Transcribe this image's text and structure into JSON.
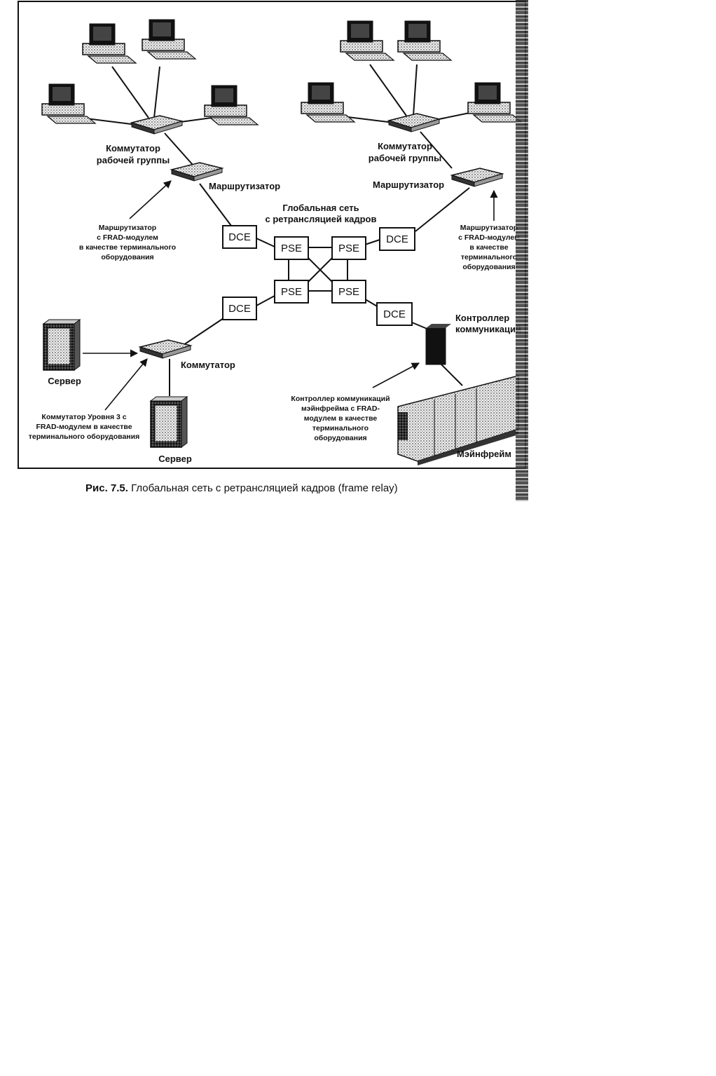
{
  "diagram": {
    "labels": {
      "switch_left": [
        "Коммутатор",
        "рабочей группы"
      ],
      "switch_right": [
        "Коммутатор",
        "рабочей группы"
      ],
      "router_left": "Маршрутизатор",
      "router_right": "Маршрутизатор",
      "global_net": [
        "Глобальная сеть",
        "с ретрансляцией кадров"
      ],
      "frad_router_left": [
        "Маршрутизатор",
        "с FRAD-модулем",
        "в качестве терминального",
        "оборудования"
      ],
      "frad_router_right": [
        "Маршрутизатор",
        "с FRAD-модулем",
        "в качестве",
        "терминального",
        "оборудования"
      ],
      "switch_bottom": "Коммутатор",
      "server_1": "Сервер",
      "server_2": "Сервер",
      "l3_switch": [
        "Коммутатор Уровня 3 с",
        "FRAD-модулем в качестве",
        "терминального оборудования"
      ],
      "controller": [
        "Контроллер",
        "коммуникаций"
      ],
      "mainframe_controller": [
        "Контроллер коммуникаций",
        "мэйнфрейма с FRAD-",
        "модулем в качестве",
        "терминального",
        "оборудования"
      ],
      "mainframe": "Мэйнфрейм"
    },
    "boxes": {
      "dce_top_left": "DCE",
      "dce_top_right": "DCE",
      "dce_bottom_left": "DCE",
      "dce_bottom_right": "DCE",
      "pse_tl": "PSE",
      "pse_tr": "PSE",
      "pse_bl": "PSE",
      "pse_br": "PSE"
    }
  },
  "caption": {
    "label": "Рис. 7.5.",
    "text": "Глобальная сеть с ретрансляцией кадров (frame relay)"
  }
}
